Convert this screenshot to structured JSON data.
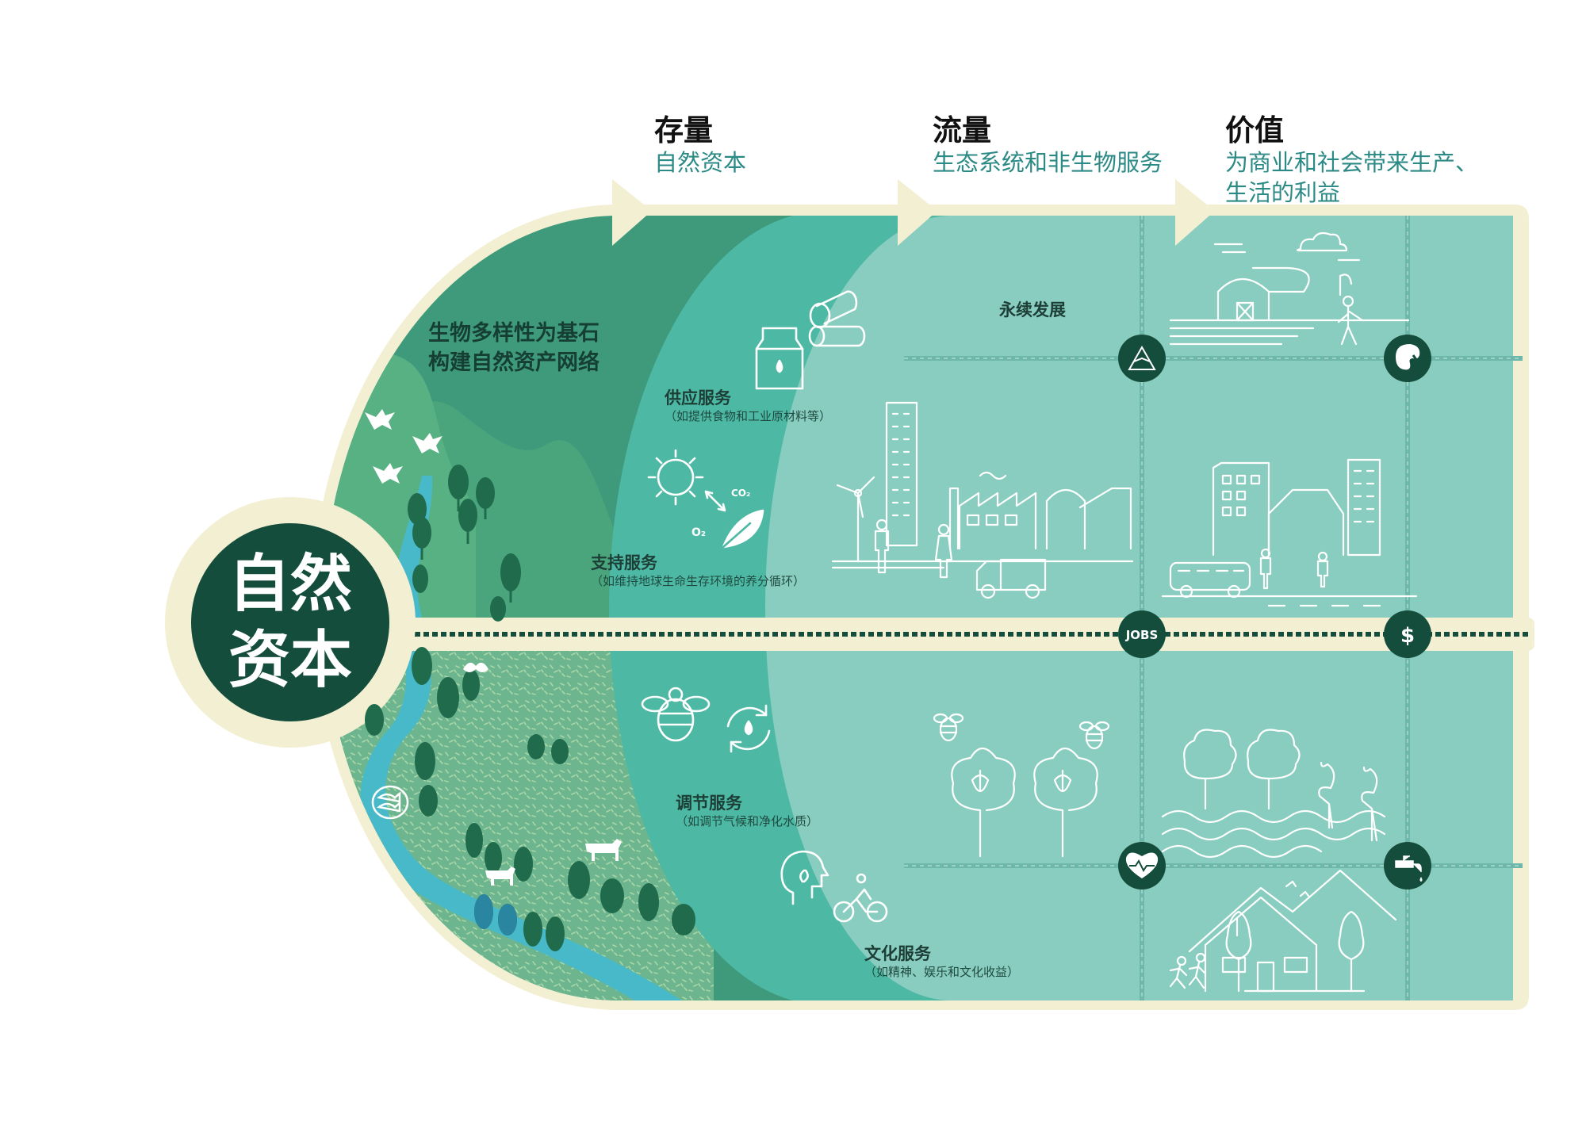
{
  "center": {
    "line1": "自然",
    "line2": "资本"
  },
  "headers": [
    {
      "title": "存量",
      "subtitle_lines": [
        "自然资本"
      ]
    },
    {
      "title": "流量",
      "subtitle_lines": [
        "生态系统和非生物服务"
      ]
    },
    {
      "title": "价值",
      "subtitle_lines": [
        "为商业和社会带来生产、",
        "生活的利益"
      ]
    }
  ],
  "biodiversity": {
    "line1": "生物多样性为基石",
    "line2": "构建自然资产网络"
  },
  "services": {
    "supply": {
      "title": "供应服务",
      "note": "（如提供食物和工业原材料等）"
    },
    "support": {
      "title": "支持服务",
      "note": "（如维持地球生命生存环境的养分循环）"
    },
    "regulating": {
      "title": "调节服务",
      "note": "（如调节气候和净化水质）"
    },
    "cultural": {
      "title": "文化服务",
      "note": "（如精神、娱乐和文化收益）"
    }
  },
  "sustainable_development": "永续发展",
  "node_labels": {
    "jobs": "JOBS",
    "dollar": "$"
  },
  "illustration_text": {
    "co2": "CO₂",
    "o2": "O₂"
  },
  "colors": {
    "cream": "#f3efd3",
    "dark_green": "#154d3d",
    "stock_green": "#3f9a7c",
    "flow_teal": "#4db9a5",
    "value_teal": "#88cdbf",
    "river": "#48b9c8",
    "light_green": "#62b48c"
  },
  "icons": {
    "value_nodes": [
      "mountain-icon",
      "palette-icon",
      "jobs-icon",
      "dollar-icon",
      "heart-pulse-icon",
      "water-tap-icon"
    ],
    "service_icons": [
      "milk-carton-icon",
      "timber-logs-icon",
      "sun-icon",
      "leaf-icon",
      "bee-icon",
      "water-cycle-icon",
      "mind-plant-icon",
      "cyclist-icon"
    ]
  }
}
